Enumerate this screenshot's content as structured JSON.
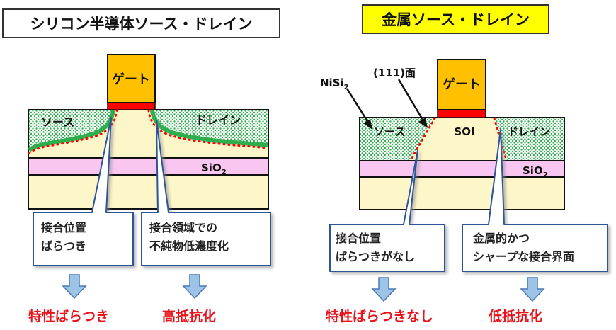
{
  "left": {
    "title": "シリコン半導体ソース・ドレイン",
    "gate": "ゲート",
    "source": "ソース",
    "drain": "ドレイン",
    "sio2_main": "SiO",
    "sio2_sub": "2",
    "callout1": [
      "接合位置",
      "ばらつき"
    ],
    "callout2": [
      "接合領域での",
      "不純物低濃度化"
    ],
    "result1": "特性ばらつき",
    "result2": "高抵抗化"
  },
  "right": {
    "title": "金属ソース・ドレイン",
    "gate": "ゲート",
    "nisi_main": "NiSi",
    "nisi_sub": "2",
    "plane": "(111)面",
    "source": "ソース",
    "soi": "SOI",
    "drain": "ドレイン",
    "sio2_main": "SiO",
    "sio2_sub": "2",
    "callout1": [
      "接合位置",
      "ばらつきがなし"
    ],
    "callout2": [
      "金属的かつ",
      "シャープな接合界面"
    ],
    "result1": "特性ばらつきなし",
    "result2": "低抵抗化"
  },
  "colors": {
    "gate": "#ffc000",
    "channel_red": "#ff0000",
    "substrate": "#fdf6c8",
    "sio2": "#f8c6f0",
    "dots_green": "#2fae4e",
    "title_right_bg": "#ffff00",
    "arrow_fill": "#9dc3e6",
    "arrow_stroke": "#4a79b5",
    "result_red": "#e8141c"
  }
}
